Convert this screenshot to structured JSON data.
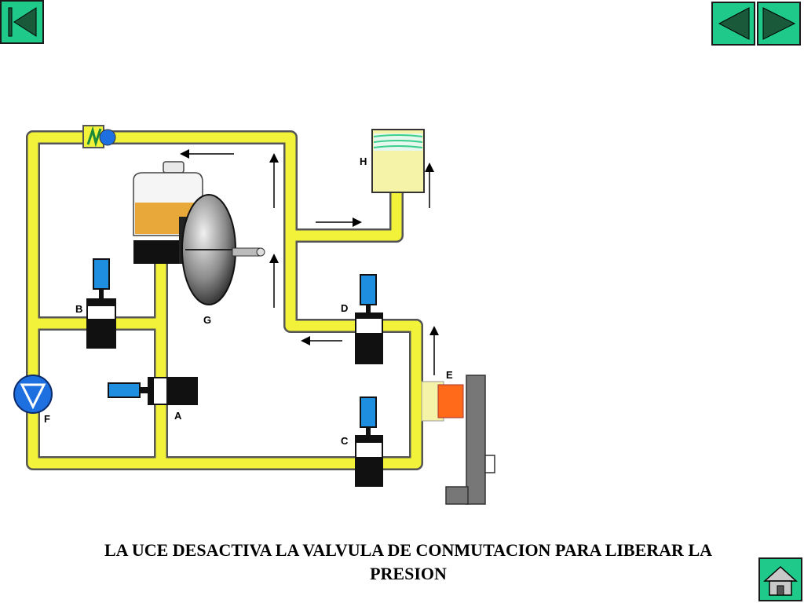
{
  "caption": {
    "line1": "LA UCE DESACTIVA LA VALVULA DE CONMUTACION PARA LIBERAR LA",
    "line2": "PRESION"
  },
  "nav": {
    "first_icon": "first-slide-icon",
    "prev_icon": "previous-slide-icon",
    "next_icon": "next-slide-icon",
    "home_icon": "home-icon",
    "button_color": "#1fc98a"
  },
  "diagram": {
    "labels": {
      "a": "A",
      "b": "B",
      "c": "C",
      "d": "D",
      "e": "E",
      "f": "F",
      "g": "G",
      "h": "H"
    },
    "colors": {
      "pipe": "#f2f23a",
      "pipe_outline": "#555555",
      "fluid": "#e8a93a",
      "solenoid": "#1e8fe0",
      "valve_body": "#111111",
      "piston": "#ff6a1a",
      "disc": "#777777",
      "reservoir_fluid": "#3ccf8e",
      "pump": "#1e6fe0"
    }
  }
}
